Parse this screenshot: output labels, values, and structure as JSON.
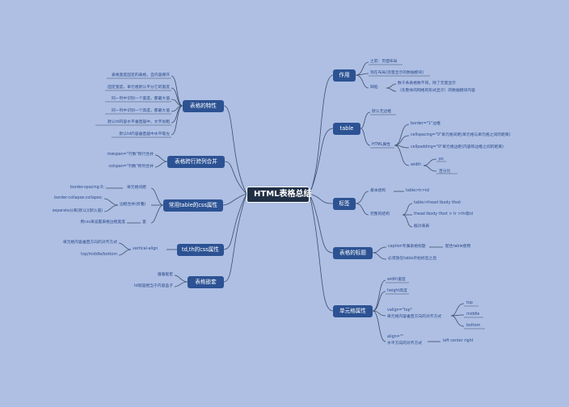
{
  "center": "HTML表格总结",
  "right": {
    "zuoyong": {
      "label": "作用",
      "items": [
        "之前：页面布局",
        "现在布局(流量显示的数据模块)",
        "缺陷"
      ],
      "quexian": "数千条表格数不同，除了无量显示",
      "quexian2": "（先整体的网格的形式显示）的数据模块内容"
    },
    "table": {
      "label": "table",
      "default": "默认无边框",
      "html_attr": "HTML属性",
      "attrs": [
        "border=\"1\"边框",
        "cellspacing=\"0\"单元格间距(单元格与单元格之间的距离)",
        "cellpadding=\"0\"单元格边距(内容和边框之间的距离)",
        "width"
      ],
      "width_items": [
        "px",
        "百分比"
      ]
    },
    "biaoqian": {
      "label": "标签",
      "basic": "基本结构",
      "basic_val": "table>tr>td",
      "full": "完整的结构",
      "full_items": [
        "table>thead tbody tfoot",
        "thead tbody tfoot > tr >th或td",
        "截对表表"
      ]
    },
    "biaoti": {
      "label": "表格的标题",
      "items": [
        "caption专属表格标题",
        "必须放在table开始标签之后"
      ],
      "caption_note": "配合table使用"
    },
    "danyuange": {
      "label": "单元格属性",
      "items": [
        "width宽度",
        "height高度"
      ],
      "valign": "valign=\"top\"",
      "valign2": "单元格内容垂直方向的对齐方式",
      "valign_items": [
        "top",
        "middle",
        "bottom"
      ],
      "align": "align=\"\"",
      "align2": "水平方向的对齐方式",
      "align_val": "left center right"
    }
  },
  "left": {
    "texing": {
      "label": "表格的特性",
      "items": [
        "表格宽度固定的表格，自内容撑开",
        "固定宽度，单元格默认平分它的宽度",
        "同一列中识别一个宽度，都最大值",
        "同一列中识别一个高度，都最大值",
        "默认td内容水平垂直居中，文字加粗",
        "默认td内容垂直居中水平靠左"
      ]
    },
    "kuahang": {
      "label": "表格跨行跨列合并",
      "items": [
        "rowspan=\"行数\"跨行合并",
        "colspan=\"列数\"跨列合并"
      ]
    },
    "css": {
      "label": "常用table的css属性",
      "spacing": "border-spacing:0;",
      "spacing_note": "单元格间距",
      "collapse": "border-collapse:collapse;",
      "separate": "separate分离(默认)(默认值)",
      "merge": "边框合并(折叠)",
      "width_note": "用css来设置表格边框宽度",
      "width_label": "宽"
    },
    "tdth": {
      "label": "td,th的css属性",
      "va": "vertical-align",
      "va_items": [
        "单元格内容垂直方向的对齐方式",
        "top/middle/bottom"
      ]
    },
    "qiantao": {
      "label": "表格嵌套",
      "items": [
        "遵循嵌套",
        "td就是相当于内容盒子"
      ]
    }
  }
}
